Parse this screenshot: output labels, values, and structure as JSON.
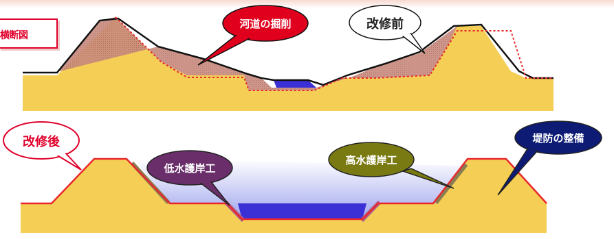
{
  "title": "横断図",
  "labels": {
    "excavation": "河道の掘削",
    "before": "改修前",
    "after": "改修後",
    "low_water": "低水護岸工",
    "high_water": "高水護岸工",
    "levee": "堤防の整備"
  },
  "colors": {
    "ground": "#f5cf55",
    "excavated": "#c98a7e",
    "water": "#3b2fd6",
    "after_line": "#e8272d",
    "revetment": "#8a6a57",
    "bubble_red": "#e0001e",
    "bubble_purple": "#6a2f6b",
    "bubble_olive": "#7a7a12",
    "bubble_navy": "#0d1b75"
  }
}
